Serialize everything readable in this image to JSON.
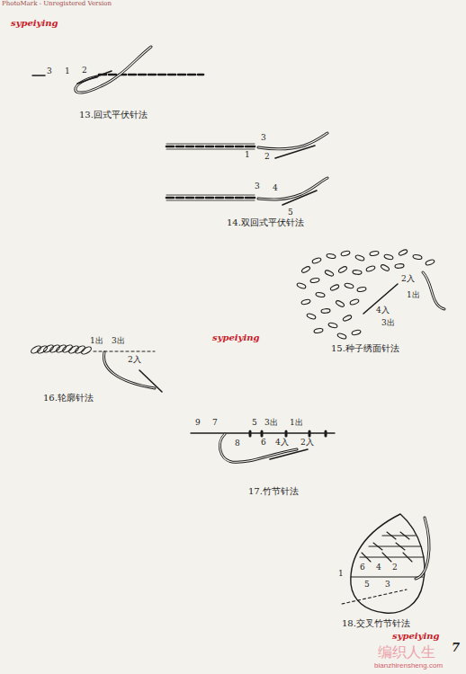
{
  "diagram": {
    "labels": [
      "PhotoMark - Unregistered Version",
      "sypeiying",
      "3",
      "1",
      "2",
      "13.回式平伏针法",
      "3",
      "1",
      "2",
      "3",
      "4",
      "5",
      "14.双回式平伏针法",
      "2入",
      "1出",
      "4入",
      "3出",
      "15.种子绣面针法",
      "sypeiying",
      "1出",
      "3出",
      "2入",
      "16.轮廓针法",
      "9",
      "7",
      "5",
      "3出",
      "1出",
      "8",
      "6",
      "4入",
      "2入",
      "17.竹节针法",
      "1",
      "6",
      "4",
      "2",
      "5",
      "3",
      "18.交叉竹节针法",
      "sypeiying",
      "7",
      "编织人生",
      "bianzhirensheng.com"
    ]
  }
}
